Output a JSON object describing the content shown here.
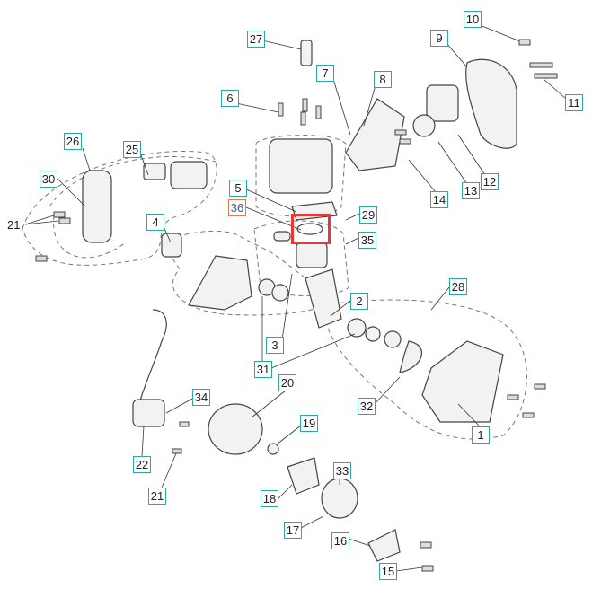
{
  "diagram": {
    "highlight_color": "#e53935",
    "label_border_color": "#2aa7a7",
    "highlighted_label": "36",
    "callouts": [
      "10",
      "9",
      "27",
      "7",
      "8",
      "6",
      "11",
      "26",
      "25",
      "12",
      "13",
      "14",
      "30",
      "5",
      "36",
      "29",
      "21",
      "4",
      "35",
      "28",
      "2",
      "3",
      "31",
      "20",
      "34",
      "32",
      "1",
      "19",
      "22",
      "33",
      "21",
      "18",
      "17",
      "16",
      "15"
    ]
  }
}
